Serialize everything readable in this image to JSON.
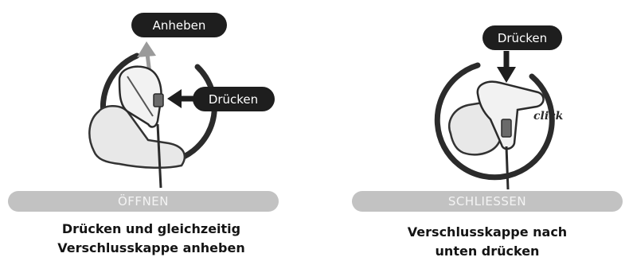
{
  "panels": [
    {
      "callouts": [
        "Anheben",
        "Drücken"
      ],
      "label": "ÖFFNEN",
      "caption": [
        "Drücken und gleichzeitig",
        "Verschlusskappe anheben"
      ]
    },
    {
      "callouts": [
        "Drücken"
      ],
      "annotation": "click",
      "label": "SCHLIESSEN",
      "caption": [
        "Verschlusskappe nach",
        "unten drücken"
      ]
    }
  ],
  "colors": {
    "callout_bg": "#1e1e1e",
    "label_bg": "#c2c2c2",
    "label_text": "#f4f4f4",
    "caption_text": "#141414"
  }
}
